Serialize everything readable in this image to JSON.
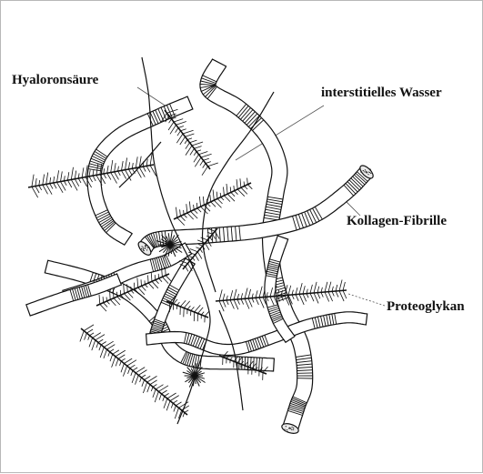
{
  "labels": {
    "hyaluronic_acid": "Hyaloronsäure",
    "interstitial_water": "interstitielles Wasser",
    "collagen_fibril": "Kollagen-Fibrille",
    "proteoglycan": "Proteoglykan"
  },
  "colors": {
    "ink": "#111111",
    "fibril_fill": "#ffffff",
    "frame": "#b8b8b8"
  }
}
